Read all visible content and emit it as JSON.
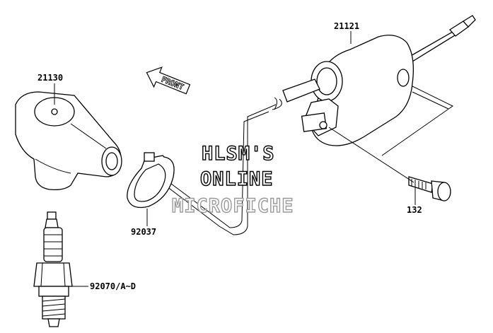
{
  "parts": {
    "ignition_coil": "21121",
    "plug_cap": "21130",
    "clamp": "92037",
    "bolt": "132",
    "spark_plug": "92070/A~D"
  },
  "front_arrow_label": "FRONT",
  "watermark": {
    "line1": "HLSM'S",
    "line2": "ONLINE",
    "line3": "MICROFICHE"
  }
}
